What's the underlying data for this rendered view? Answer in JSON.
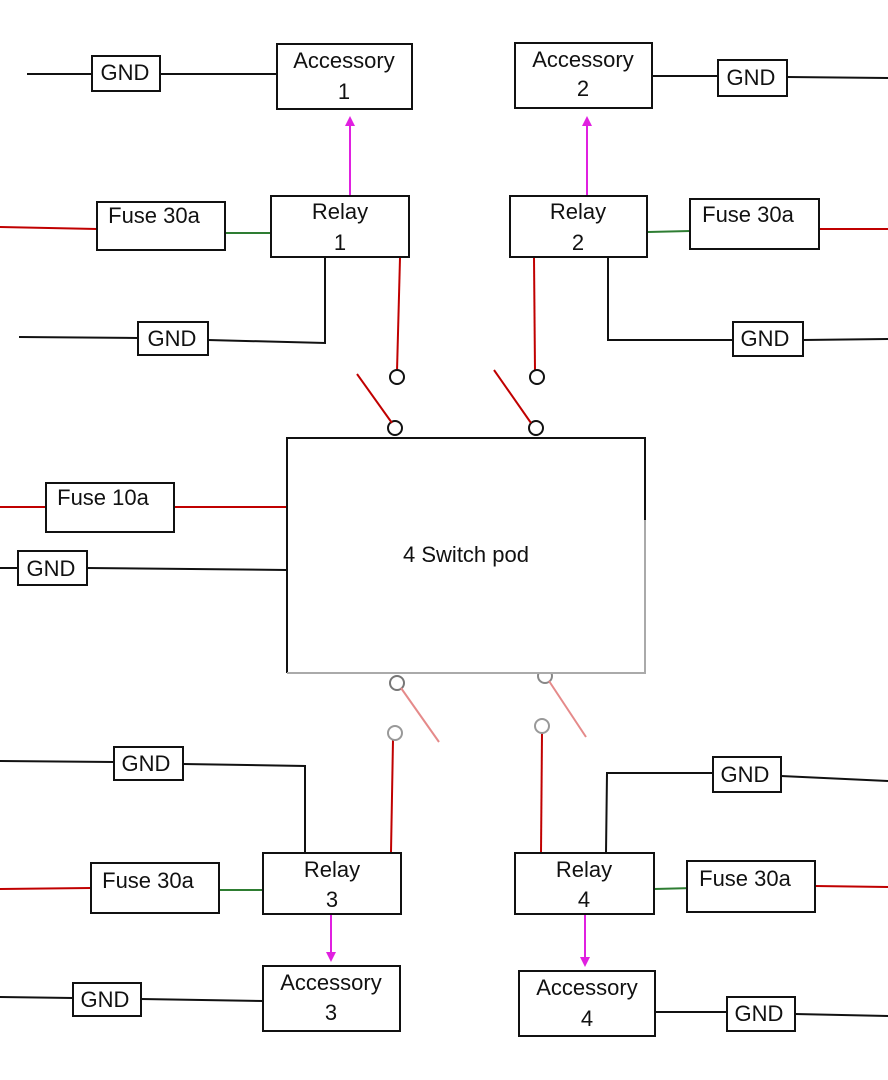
{
  "labels": {
    "acc1_line1": "Accessory",
    "acc1_line2": "1",
    "acc2_line1": "Accessory",
    "acc2_line2": "2",
    "acc3_line1": "Accessory",
    "acc3_line2": "3",
    "acc4_line1": "Accessory",
    "acc4_line2": "4",
    "relay1_line1": "Relay",
    "relay1_line2": "1",
    "relay2_line1": "Relay",
    "relay2_line2": "2",
    "relay3_line1": "Relay",
    "relay3_line2": "3",
    "relay4_line1": "Relay",
    "relay4_line2": "4",
    "fuse_relay1": "Fuse 30a",
    "fuse_relay2": "Fuse 30a",
    "fuse_relay3": "Fuse 30a",
    "fuse_relay4": "Fuse 30a",
    "fuse_pod": "Fuse 10a",
    "gnd_acc1": "GND",
    "gnd_acc2": "GND",
    "gnd_acc3": "GND",
    "gnd_acc4": "GND",
    "gnd_relay1": "GND",
    "gnd_relay2": "GND",
    "gnd_relay3": "GND",
    "gnd_relay4": "GND",
    "gnd_pod": "GND",
    "switch_pod": "4 Switch pod"
  },
  "colors": {
    "ground_wire": "#111111",
    "power_wire": "#c00000",
    "fused_wire": "#2e7d32",
    "output_arrow": "#e020e0",
    "box_border": "#111111"
  }
}
